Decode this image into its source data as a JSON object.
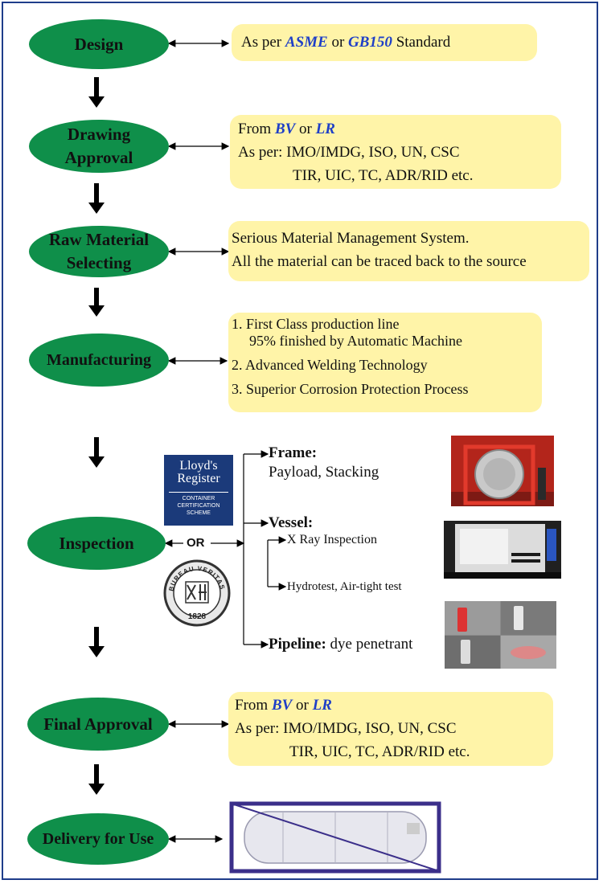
{
  "steps": {
    "design": "Design",
    "drawing_approval_1": "Drawing",
    "drawing_approval_2": "Approval",
    "raw_material_1": "Raw Material",
    "raw_material_2": "Selecting",
    "manufacturing": "Manufacturing",
    "inspection": "Inspection",
    "final_approval": "Final Approval",
    "delivery": "Delivery for Use"
  },
  "design_box": {
    "pre": "As per ",
    "std1": "ASME",
    "mid": " or ",
    "std2": "GB150",
    "post": " Standard"
  },
  "drawing_box": {
    "l1_pre": "From ",
    "bv": "BV",
    "or": " or ",
    "lr": "LR",
    "l2": "As per: IMO/IMDG, ISO, UN, CSC",
    "l3": "TIR, UIC, TC, ADR/RID etc."
  },
  "raw_box": {
    "l1": "Serious Material Management System.",
    "l2": "All the material can be traced back to the source"
  },
  "manufacturing_box": {
    "l1": "1. First Class production line",
    "l2": "95% finished by Automatic Machine",
    "l3": "2. Advanced Welding Technology",
    "l4": "3. Superior Corrosion Protection Process"
  },
  "inspection": {
    "or_label": "OR",
    "lloyds": {
      "l1": "Lloyd's",
      "l2": "Register",
      "s1": "CONTAINER",
      "s2": "CERTIFICATION",
      "s3": "SCHEME"
    },
    "bv_logo": {
      "arc": "BUREAU VERITAS",
      "year": "1828"
    },
    "frame_label": "Frame:",
    "frame_detail": "Payload, Stacking",
    "vessel_label": "Vessel:",
    "xray": "X Ray Inspection",
    "hydro": "Hydrotest, Air-tight test",
    "pipeline_label": "Pipeline:",
    "pipeline_detail": " dye penetrant"
  },
  "final_box": {
    "l1_pre": "From ",
    "bv": "BV",
    "or": " or ",
    "lr": "LR",
    "l2": "As per: IMO/IMDG, ISO, UN, CSC",
    "l3": "TIR, UIC, TC, ADR/RID etc."
  },
  "colors": {
    "ellipse": "#0f8f4a",
    "box": "#fff4a8",
    "emphasis": "#1f3fc7",
    "border": "#1f3d8a"
  }
}
